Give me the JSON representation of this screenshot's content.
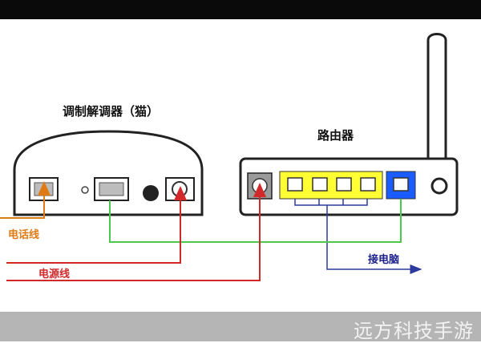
{
  "labels": {
    "modem_title": "调制解调器（猫）",
    "router_title": "路由器",
    "phone_line": "电话线",
    "power_line": "电源线",
    "to_computer": "接电脑"
  },
  "watermark": "远方科技手游",
  "colors": {
    "phone_line": "#e07b14",
    "power_line": "#d2282a",
    "ethernet_link": "#4cc94c",
    "lan_cable": "#2b3a9c",
    "lan_ports": "#ffff33",
    "wan_port": "#1a5cff",
    "device_outline": "#222222"
  }
}
